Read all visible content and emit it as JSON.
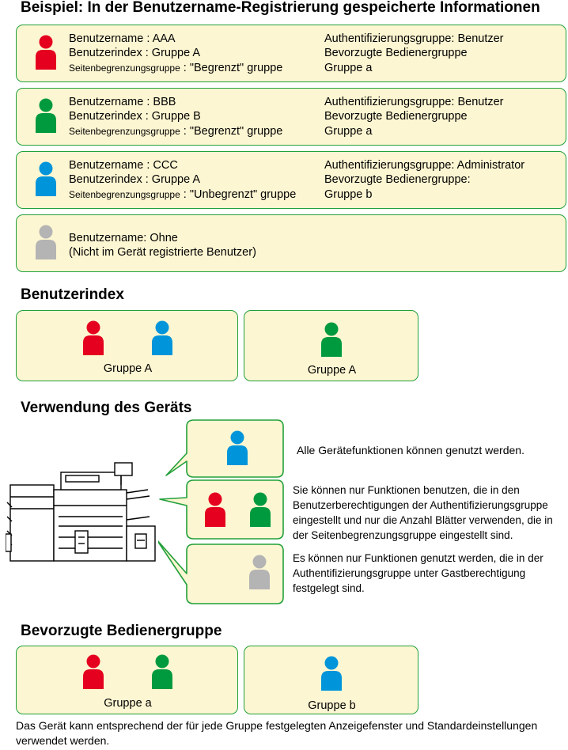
{
  "title": "Beispiel: In der Benutzername-Registrierung gespeicherte Informationen",
  "colors": {
    "red": "#e4001e",
    "green": "#009a3e",
    "blue": "#0095da",
    "gray": "#b4b4b4",
    "box_fill": "#fdf6d2",
    "box_border": "#22a03a"
  },
  "users": [
    {
      "name": "Benutzername : AAA",
      "index": "Benutzerindex : Gruppe A",
      "page_limit_label": "Seitenbegrenzungsgruppe",
      "page_limit_value": " : \"Begrenzt\" gruppe",
      "auth": "Authentifizierungsgruppe: Benutzer",
      "pref_label": "Bevorzugte Bedienergruppe",
      "pref_value": "Gruppe a",
      "color": "red"
    },
    {
      "name": "Benutzername : BBB",
      "index": "Benutzerindex : Gruppe B",
      "page_limit_label": "Seitenbegrenzungsgruppe",
      "page_limit_value": " : \"Begrenzt\" gruppe",
      "auth": "Authentifizierungsgruppe: Benutzer",
      "pref_label": "Bevorzugte Bedienergruppe",
      "pref_value": "Gruppe a",
      "color": "green"
    },
    {
      "name": "Benutzername : CCC",
      "index": "Benutzerindex : Gruppe A",
      "page_limit_label": "Seitenbegrenzungsgruppe",
      "page_limit_value": " : \"Unbegrenzt\" gruppe",
      "auth": "Authentifizierungsgruppe: Administrator",
      "pref_label": "Bevorzugte Bedienergruppe:",
      "pref_value": "Gruppe b",
      "color": "blue"
    }
  ],
  "guest": {
    "line1": "Benutzername: Ohne",
    "line2": "(Nicht im Gerät registrierte Benutzer)"
  },
  "user_index": {
    "heading": "Benutzerindex",
    "groups": [
      {
        "label": "Gruppe A"
      },
      {
        "label": "Gruppe A"
      }
    ]
  },
  "device_usage": {
    "heading": "Verwendung des Geräts",
    "items": [
      {
        "text": "Alle Gerätefunktionen können genutzt werden."
      },
      {
        "text": "Sie können nur Funktionen benutzen, die in den Benutzerberechtigungen der Authentifizierungsgruppe eingestellt und nur die Anzahl Blätter verwenden, die in der Seitenbegrenzungsgruppe eingestellt sind."
      },
      {
        "text": "Es können nur Funktionen genutzt werden, die in der Authentifizierungsgruppe unter Gastberechtigung festgelegt sind."
      }
    ]
  },
  "preferred": {
    "heading": "Bevorzugte Bedienergruppe",
    "groups": [
      {
        "label": "Gruppe a"
      },
      {
        "label": "Gruppe b"
      }
    ],
    "footer": "Das Gerät kann entsprechend der für jede Gruppe festgelegten Anzeigefenster und Standardeinstellungen verwendet werden."
  }
}
